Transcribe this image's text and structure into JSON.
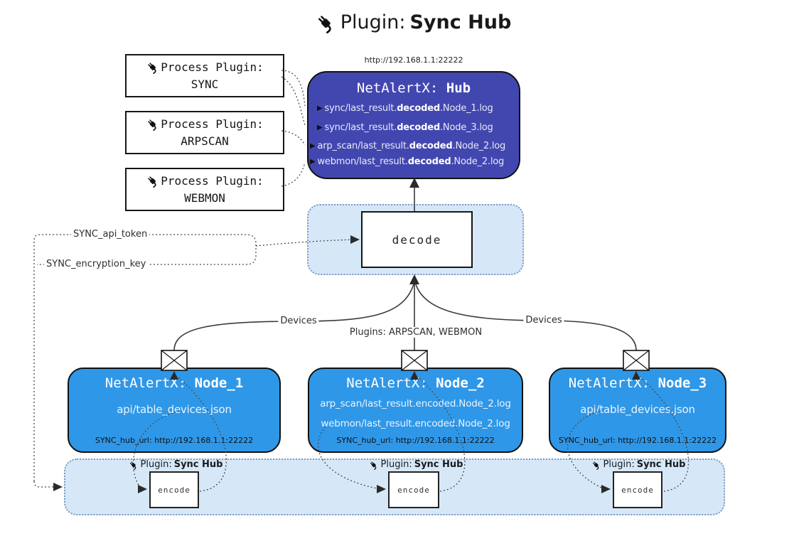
{
  "title": {
    "icon": "plug-icon",
    "prefix": "Plugin:",
    "name": "Sync Hub"
  },
  "hub": {
    "url": "http://192.168.1.1:22222",
    "title_prefix": "NetAlertX:",
    "title_name": "Hub",
    "logs": [
      {
        "pre": "sync/last_result.",
        "bold": "decoded",
        "post": ".Node_1.log"
      },
      {
        "pre": "sync/last_result.",
        "bold": "decoded",
        "post": ".Node_3.log"
      },
      {
        "pre": "arp_scan/last_result.",
        "bold": "decoded",
        "post": ".Node_2.log"
      },
      {
        "pre": "webmon/last_result.",
        "bold": "decoded",
        "post": ".Node_2.log"
      }
    ]
  },
  "process_plugins": [
    {
      "title": "Process Plugin:",
      "name": "SYNC"
    },
    {
      "title": "Process Plugin:",
      "name": "ARPSCAN"
    },
    {
      "title": "Process Plugin:",
      "name": "WEBMON"
    }
  ],
  "decode_box": {
    "label": "decode"
  },
  "config_labels": {
    "api_token": "SYNC_api_token",
    "encryption_key": "SYNC_encryption_key"
  },
  "edge_labels": {
    "devices_left": "Devices",
    "plugins_mid": "Plugins: ARPSCAN, WEBMON",
    "devices_right": "Devices"
  },
  "nodes": [
    {
      "title_prefix": "NetAlertX:",
      "title_name": "Node_1",
      "files": [
        "api/table_devices.json"
      ],
      "hub_url": "SYNC_hub_url: http://192.168.1.1:22222"
    },
    {
      "title_prefix": "NetAlertX:",
      "title_name": "Node_2",
      "files": [
        "arp_scan/last_result.encoded.Node_2.log",
        "webmon/last_result.encoded.Node_2.log"
      ],
      "hub_url": "SYNC_hub_url: http://192.168.1.1:22222"
    },
    {
      "title_prefix": "NetAlertX:",
      "title_name": "Node_3",
      "files": [
        "api/table_devices.json"
      ],
      "hub_url": "SYNC_hub_url: http://192.168.1.1:22222"
    }
  ],
  "encode_area": {
    "groups": [
      {
        "label_prefix": "Plugin:",
        "label_name": "Sync Hub",
        "box_label": "encode"
      },
      {
        "label_prefix": "Plugin:",
        "label_name": "Sync Hub",
        "box_label": "encode"
      },
      {
        "label_prefix": "Plugin:",
        "label_name": "Sync Hub",
        "box_label": "encode"
      }
    ]
  },
  "colors": {
    "hub_bg": "#4247b0",
    "node_bg": "#2f97e8",
    "container_bg": "#d6e8f8",
    "container_border": "#7e9cc0",
    "wire": "#3b3b3b"
  }
}
